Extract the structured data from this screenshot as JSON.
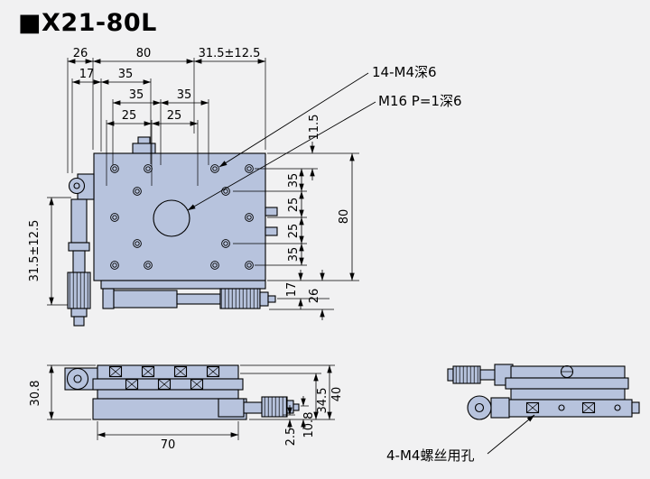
{
  "title": "■X21-80L",
  "colors": {
    "part_fill": "#b7c3dd",
    "part_fill_dark": "#a8b6d2",
    "background": "#f1f1f2",
    "line": "#000000"
  },
  "callouts": {
    "screw_holes": "14-M4深6",
    "center_thread": "M16 P=1深6",
    "side_holes": "4-M4螺丝用孔"
  },
  "dimensions": {
    "top_view": {
      "top_row": [
        "26",
        "80",
        "31.5±12.5"
      ],
      "row2": [
        "17",
        "35"
      ],
      "row3": [
        "35",
        "35"
      ],
      "row4": [
        "25",
        "25"
      ],
      "left_travel": "31.5±12.5",
      "right_offset": "11.5",
      "right_chain": [
        "35",
        "25",
        "25",
        "35"
      ],
      "right_overall": "80",
      "bottom_right": [
        "17",
        "26"
      ]
    },
    "front_view": {
      "height": "30.8",
      "width": "70",
      "right_chain": [
        "2.5",
        "10.8",
        "34.5",
        "40"
      ]
    }
  }
}
